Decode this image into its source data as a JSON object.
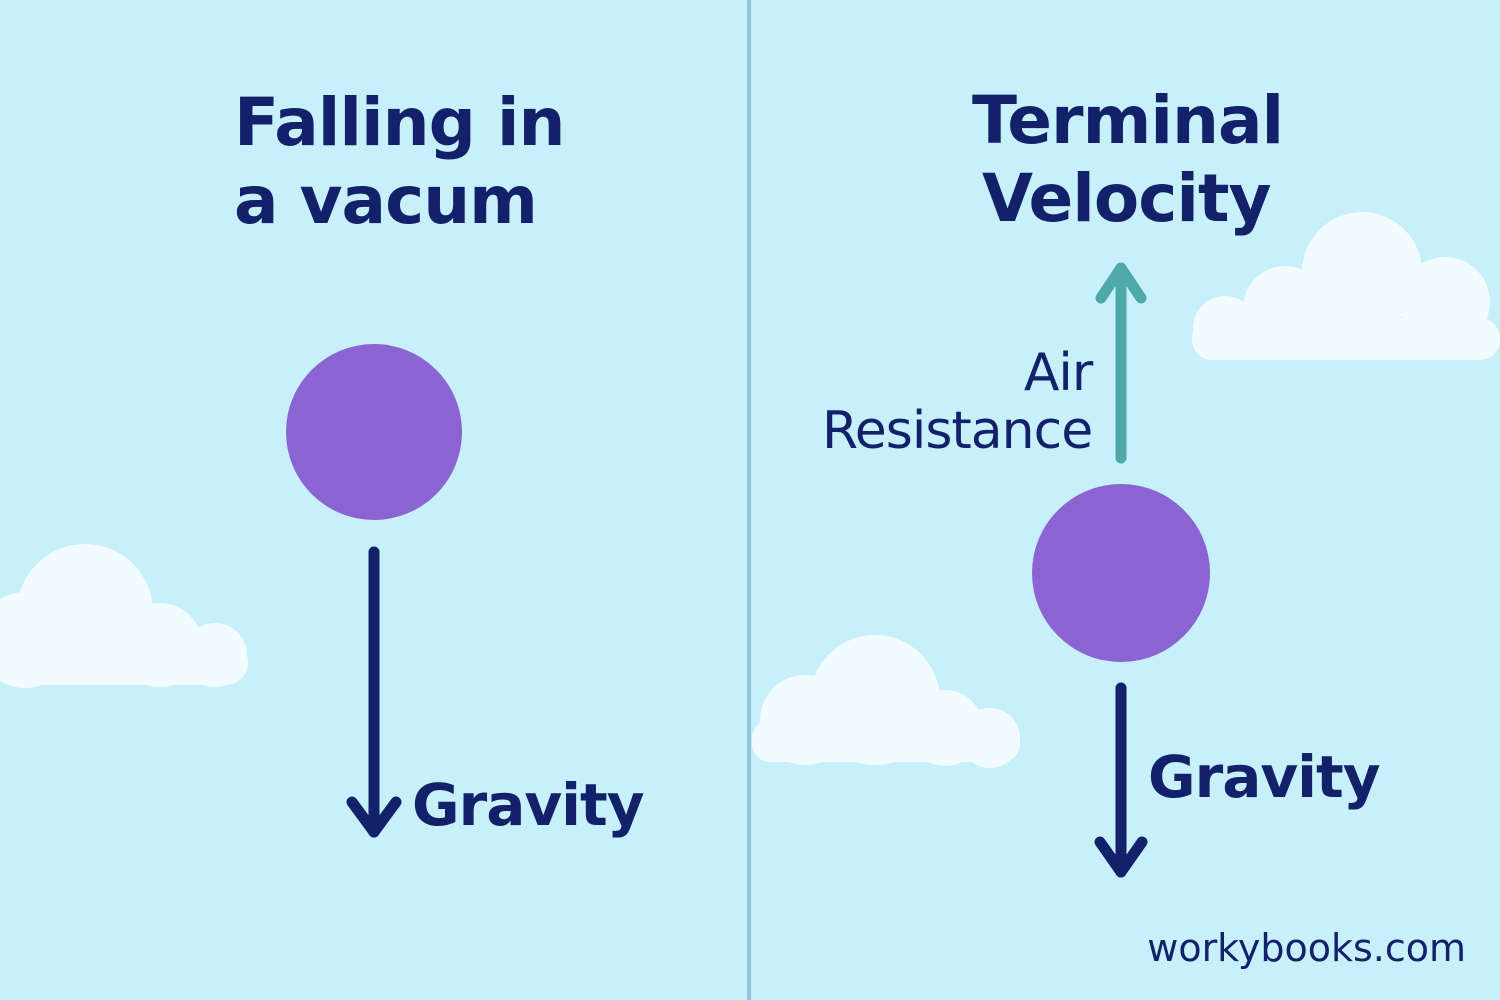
{
  "left_panel": {
    "title_line1": "Falling in",
    "title_line2": "a vacum",
    "gravity_label": "Gravity"
  },
  "right_panel": {
    "title_line1": "Terminal",
    "title_line2": "Velocity",
    "air_label_line1": "Air",
    "air_label_line2": "Resistance",
    "gravity_label": "Gravity"
  },
  "watermark": "workybooks.com",
  "colors": {
    "background": "#c7f0fa",
    "text": "#13216a",
    "ball": "#8b63d3",
    "gravity_arrow": "#13216a",
    "air_resistance_arrow": "#4fa9a9",
    "divider": "#94c4e0",
    "cloud": "#f2fbfe"
  }
}
